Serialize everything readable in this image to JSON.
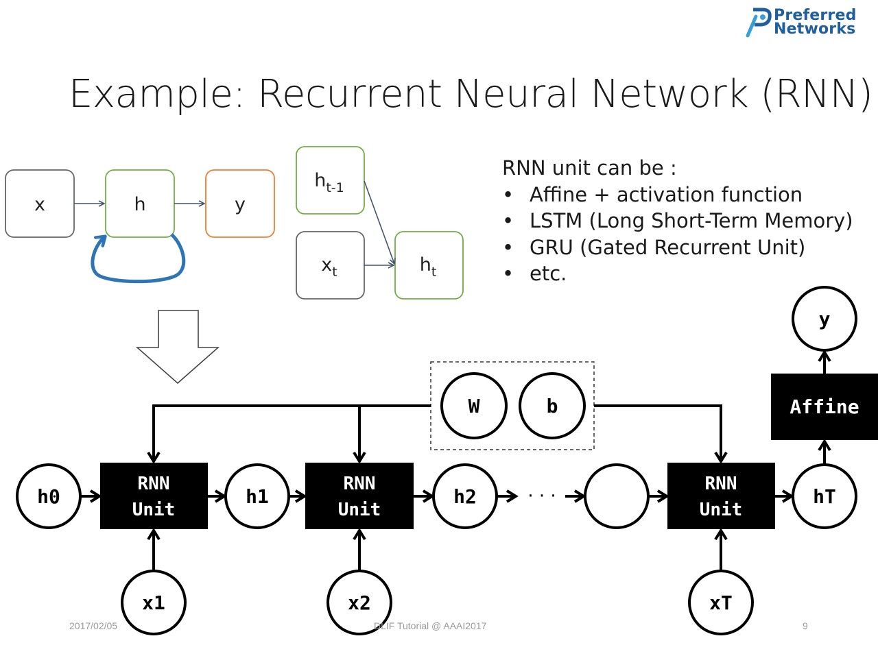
{
  "slide": {
    "title": "Example: Recurrent Neural Network (RNN)",
    "logo": {
      "line1": "Preferred",
      "line2": "Networks",
      "brand_color": "#1f5fa0"
    },
    "notes": {
      "heading": "RNN unit can be :",
      "bullet_symbol": "•",
      "items": [
        "Affine + activation function",
        "LSTM (Long Short-Term Memory)",
        "GRU (Gated Recurrent Unit)",
        "etc."
      ]
    },
    "footer": {
      "date": "2017/02/05",
      "event": "DLIF Tutorial @ AAAI2017",
      "page": "9"
    }
  },
  "diagram": {
    "colors": {
      "gray": "#555555",
      "green": "#70ad47",
      "orange": "#ed7d31",
      "loop": "#2e75b6",
      "black": "#000000"
    },
    "recurrent": {
      "x": "x",
      "h": "h",
      "y": "y"
    },
    "step": {
      "h_prev": "h",
      "h_prev_sub": "t-1",
      "x_t": "x",
      "x_t_sub": "t",
      "h_t": "h",
      "h_t_sub": "t"
    },
    "unrolled": {
      "params": [
        "W",
        "b"
      ],
      "hidden": [
        "h0",
        "h1",
        "h2",
        "",
        "hT"
      ],
      "unit_line1": "RNN",
      "unit_line2": "Unit",
      "inputs": [
        "x1",
        "x2",
        "xT"
      ],
      "ellipsis": "· · ·",
      "affine": "Affine",
      "output": "y"
    }
  }
}
